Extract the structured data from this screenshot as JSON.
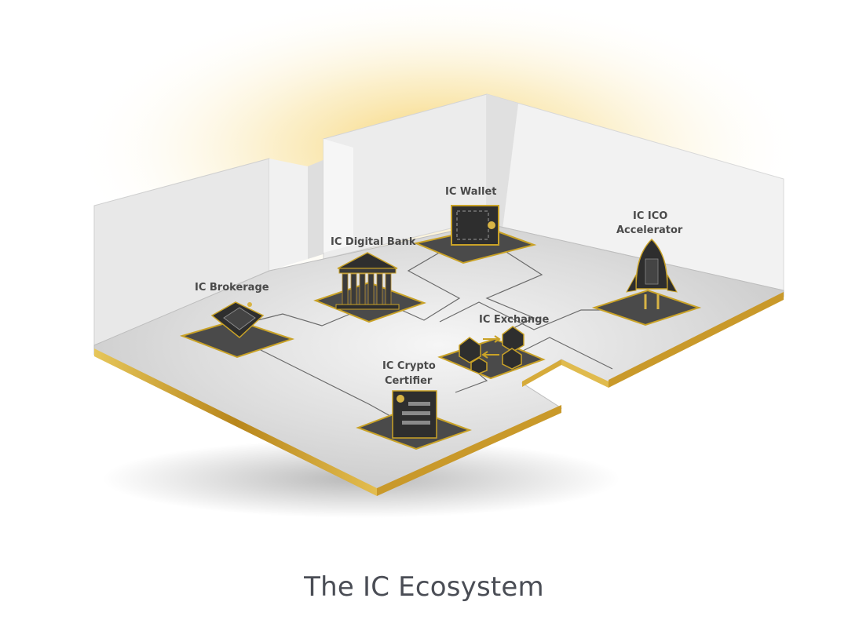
{
  "caption": "The IC Ecosystem",
  "nodes": {
    "wallet": "IC Wallet",
    "digital_bank": "IC Digital Bank",
    "brokerage": "IC Brokerage",
    "exchange": "IC Exchange",
    "crypto_certifier": {
      "line1": "IC Crypto",
      "line2": "Certifier"
    },
    "ico_accelerator": {
      "line1": "IC ICO",
      "line2": "Accelerator"
    }
  },
  "colors": {
    "floor": "#d9d9d9",
    "wall": "#e6e6e6",
    "gold": "#c9a227",
    "icon": "#333333",
    "label": "#4a4a4a"
  }
}
